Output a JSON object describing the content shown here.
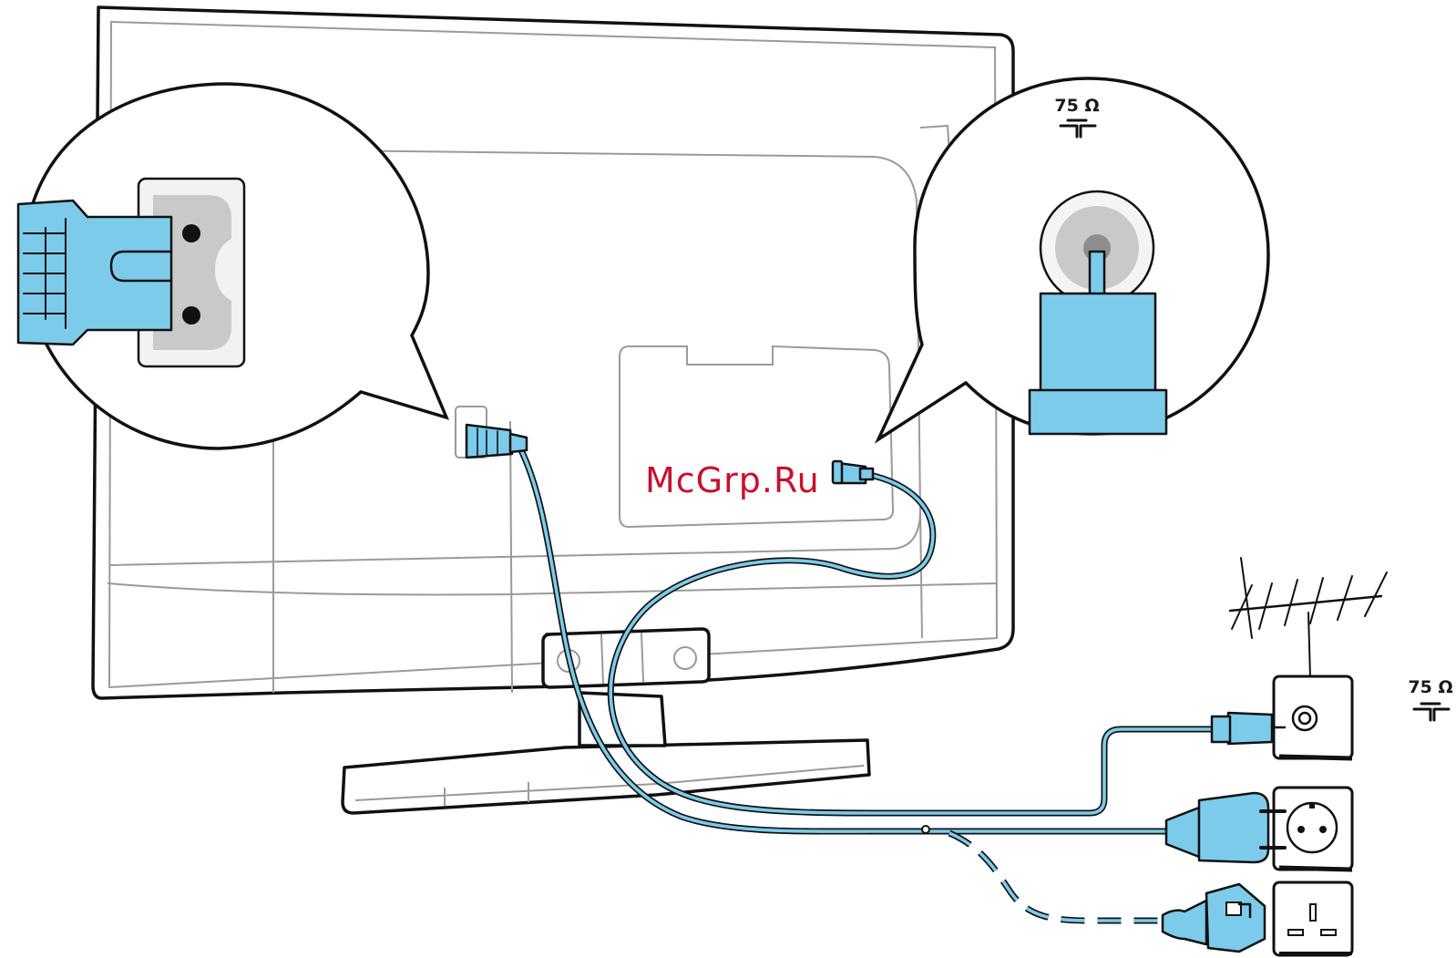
{
  "labels": {
    "impedance_zoom": "75 Ω",
    "impedance_wall": "75 Ω",
    "watermark": "McGrp.Ru"
  },
  "colors": {
    "connector_blue": "#7ccbea",
    "outline": "#111111",
    "panel_grey": "#c9c9c9",
    "watermark_red": "#c8102e"
  },
  "icons": [
    "tv-back-panel",
    "power-inlet-zoom",
    "antenna-socket-zoom",
    "roof-antenna-icon",
    "coax-wall-socket-icon",
    "eu-power-socket-icon",
    "uk-power-socket-icon",
    "eu-plug-icon",
    "uk-plug-icon",
    "coax-symbol-icon"
  ]
}
